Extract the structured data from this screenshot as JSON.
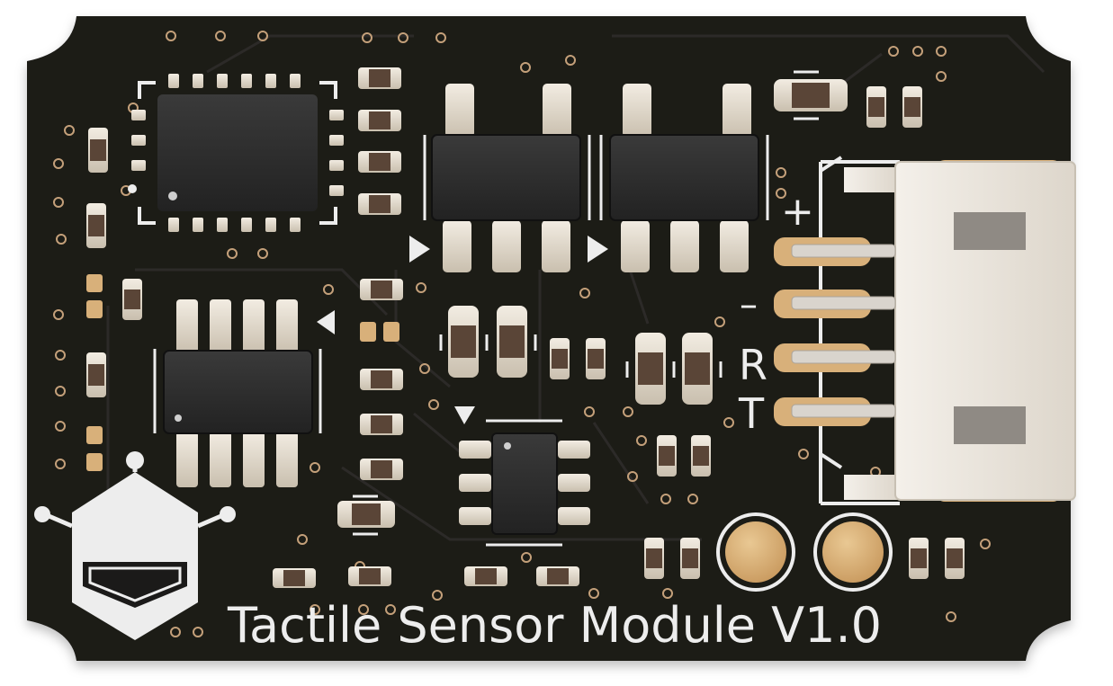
{
  "board": {
    "title": "Tactile Sensor Module V1.0",
    "pin_labels": {
      "plus": "+",
      "minus": "–",
      "r": "R",
      "t": "T"
    }
  },
  "colors": {
    "pcb": "#1b1a19",
    "silkscreen": "#ededed",
    "pad_gold": "#d8b07a",
    "component_body": "#2c2c2c",
    "connector": "#ece7df",
    "resistor_body": "#5a4537"
  },
  "icons": {
    "logo": "robot-hexagon-logo-icon"
  }
}
